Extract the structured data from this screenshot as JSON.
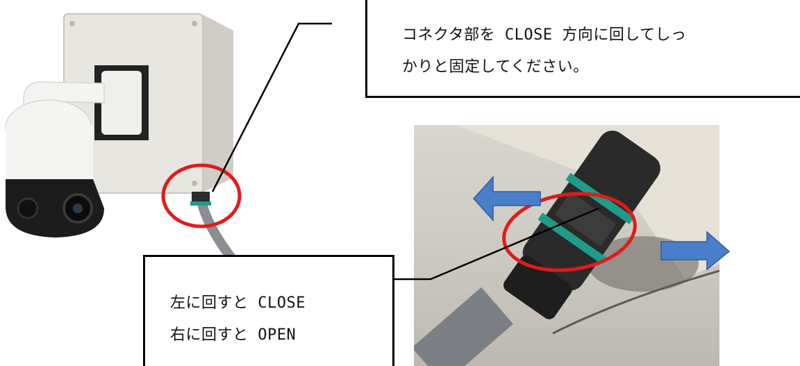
{
  "callouts": {
    "top": {
      "line1": "コネクタ部を CLOSE 方向に回してしっ",
      "line2": "かりと固定してください。"
    },
    "bottom": {
      "line1": "左に回すと CLOSE",
      "line2": "右に回すと OPEN"
    }
  },
  "colors": {
    "highlight_ring": "#e01b1b",
    "arrow_fill": "#4a7ec8",
    "arrow_stroke": "#2f5c9e",
    "leader_line": "#000000",
    "housing": "#e7e6e0",
    "camera": "#f4f4f2",
    "connector": "#2a2a2a",
    "seal_band": "#1f9b8a",
    "cable": "#8a8e92"
  }
}
